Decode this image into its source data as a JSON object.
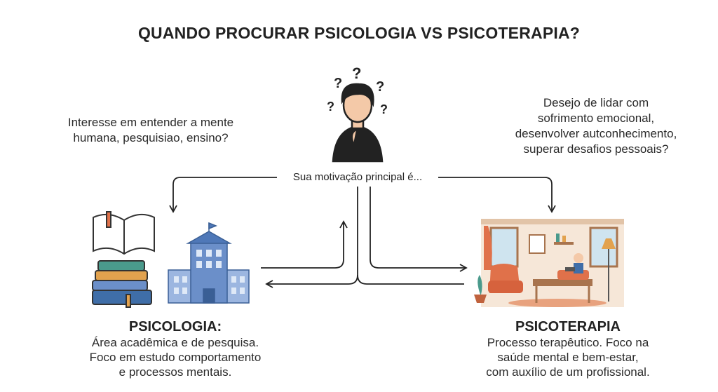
{
  "title": "QUANDO PROCURAR PSICOLOGIA VS PSICOTERAPIA?",
  "question_left": [
    "Interesse em entender a mente",
    "humana, pesquisiao, ensino?"
  ],
  "question_right": [
    "Desejo de lidar com",
    "sofrimento emocional,",
    "desenvolver autconhecimento,",
    "superar desafios pessoais?"
  ],
  "center_prompt": "Sua motivação principal é...",
  "psicologia": {
    "title": "PSICOLOGIA:",
    "lines": [
      "Área acadêmica e de pesquisa.",
      "Foco em estudo comportamento",
      "e processos mentais."
    ]
  },
  "psicoterapia": {
    "title": "PSICOTERAPIA",
    "lines": [
      "Processo terapêutico. Foco na",
      "saúde mental e bem-estar,",
      "com auxílio de um profissional."
    ]
  },
  "icons": [
    "confused-person-icon",
    "book-stack-icon",
    "university-building-icon",
    "therapy-room-icon"
  ],
  "colors": {
    "building": "#6b8fc9",
    "sofa": "#e0714a",
    "wall": "#f6e7d8"
  }
}
